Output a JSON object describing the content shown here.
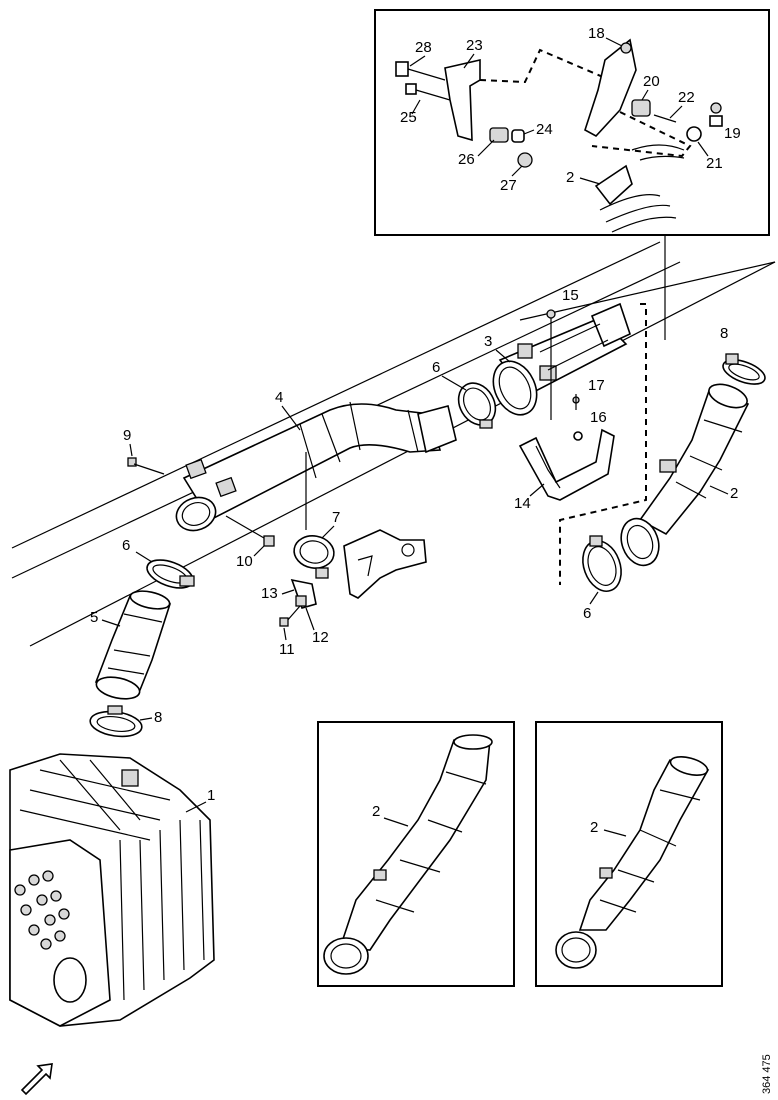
{
  "diagram": {
    "labels": {
      "l1": "1",
      "l2a": "2",
      "l2b": "2",
      "l2c": "2",
      "l2d": "2",
      "l3": "3",
      "l4": "4",
      "l5": "5",
      "l6a": "6",
      "l6b": "6",
      "l6c": "6",
      "l7": "7",
      "l8a": "8",
      "l8b": "8",
      "l9": "9",
      "l10": "10",
      "l11": "11",
      "l12": "12",
      "l13": "13",
      "l14": "14",
      "l15": "15",
      "l16": "16",
      "l17": "17",
      "l18": "18",
      "l19": "19",
      "l20": "20",
      "l21": "21",
      "l22": "22",
      "l23": "23",
      "l24": "24",
      "l25": "25",
      "l26": "26",
      "l27": "27",
      "l28": "28"
    },
    "reference_number": "364 475"
  }
}
